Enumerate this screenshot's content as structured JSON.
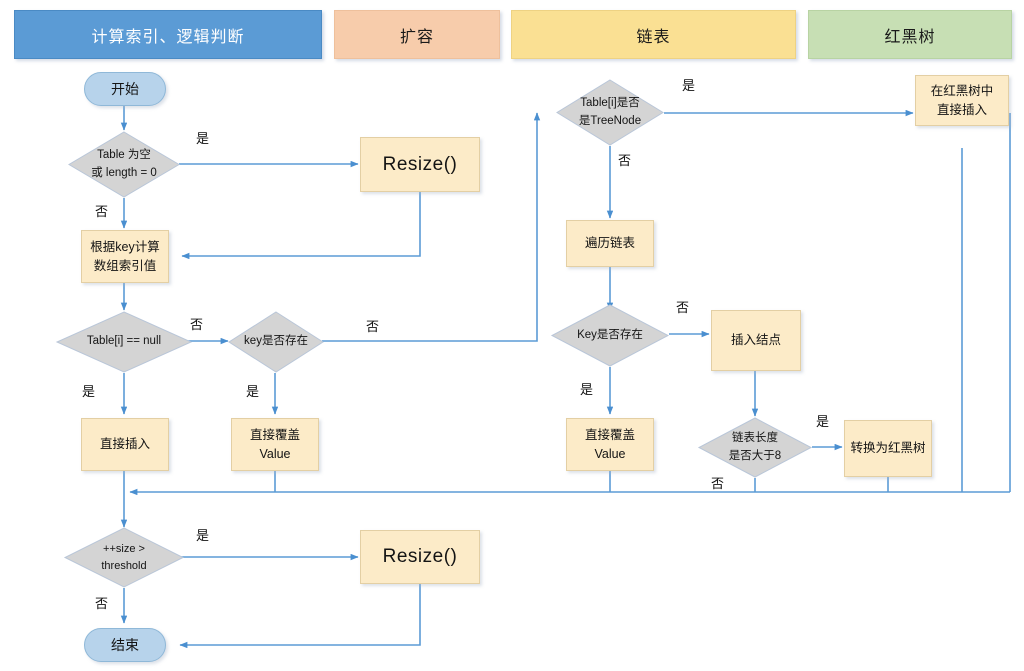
{
  "diagram": {
    "title": "HashMap put flowchart",
    "colors": {
      "header_blue": "#5B9BD5",
      "header_peach": "#F7CCAB",
      "header_yellow": "#FAE093",
      "header_green": "#C7DFB4",
      "process_fill": "#FCEBC8",
      "decision_fill": "#D4D4D4",
      "terminal_fill": "#B7D3EB",
      "connector": "#5B9BD5"
    },
    "headers": [
      {
        "label": "计算索引、逻辑判断",
        "style": "blue"
      },
      {
        "label": "扩容",
        "style": "peach"
      },
      {
        "label": "链表",
        "style": "yellow"
      },
      {
        "label": "红黑树",
        "style": "green"
      }
    ],
    "nodes": {
      "start": {
        "label": "开始",
        "type": "terminal"
      },
      "table_empty": {
        "label": "Table 为空\n或 length = 0",
        "type": "decision"
      },
      "resize_top": {
        "label": "Resize()",
        "type": "process"
      },
      "calc_index": {
        "label": "根据key计算\n数组索引值",
        "type": "process"
      },
      "table_null": {
        "label": "Table[i] == null",
        "type": "decision"
      },
      "key_exists_l": {
        "label": "key是否存在",
        "type": "decision"
      },
      "direct_insert": {
        "label": "直接插入",
        "type": "process"
      },
      "cover_value_l": {
        "label": "直接覆盖\nValue",
        "type": "process"
      },
      "is_treenode": {
        "label": "Table[i]是否\n是TreeNode",
        "type": "decision"
      },
      "rbtree_insert": {
        "label": "在红黑树中\n直接插入",
        "type": "process"
      },
      "traverse": {
        "label": "遍历链表",
        "type": "process"
      },
      "key_exists_r": {
        "label": "Key是否存在",
        "type": "decision"
      },
      "insert_node": {
        "label": "插入结点",
        "type": "process"
      },
      "cover_value_r": {
        "label": "直接覆盖\nValue",
        "type": "process"
      },
      "len_gt_8": {
        "label": "链表长度\n是否大于8",
        "type": "decision"
      },
      "to_rbtree": {
        "label": "转换为红黑树",
        "type": "process"
      },
      "size_thresh": {
        "label": "++size >\nthreshold",
        "type": "decision"
      },
      "resize_bottom": {
        "label": "Resize()",
        "type": "process"
      },
      "end": {
        "label": "结束",
        "type": "terminal"
      }
    },
    "edge_labels": {
      "table_empty_yes": "是",
      "table_empty_no": "否",
      "table_null_no": "否",
      "table_null_yes": "是",
      "key_exists_l_no": "否",
      "key_exists_l_yes": "是",
      "is_treenode_yes": "是",
      "is_treenode_no": "否",
      "key_exists_r_no": "否",
      "key_exists_r_yes": "是",
      "len_gt_8_yes": "是",
      "len_gt_8_no": "否",
      "size_thresh_yes": "是",
      "size_thresh_no": "否"
    }
  }
}
